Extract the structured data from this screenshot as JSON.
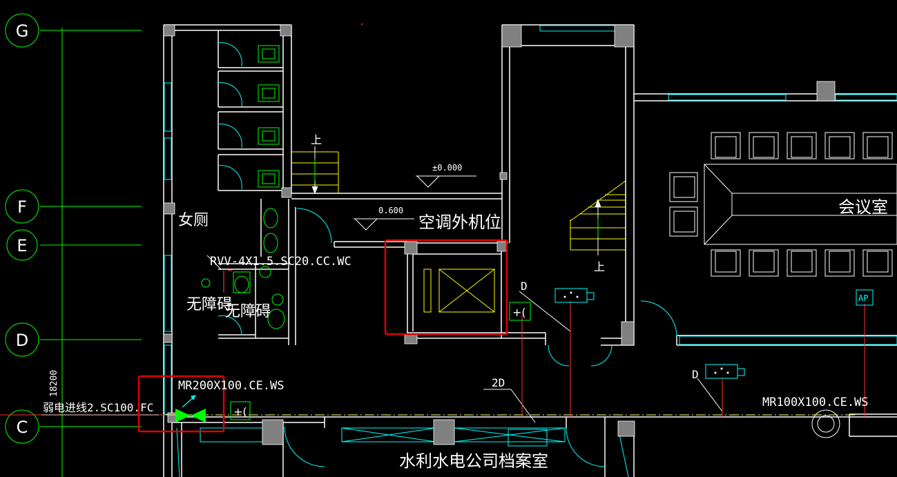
{
  "grid": {
    "axes": [
      "G",
      "F",
      "E",
      "D",
      "C"
    ],
    "dimension": "18200"
  },
  "rooms": {
    "women_toilet": "女厕",
    "accessible_1": "无障碍",
    "accessible_2": "无障碍",
    "ac_unit": "空调外机位",
    "meeting_room": "会议室",
    "archive_room": "水利水电公司档案室"
  },
  "cables": {
    "rvv": "RVV-4X1.5.SC20.CC.WC",
    "mr200": "MR200X100.CE.WS",
    "incoming": "弱电进线2.SC100.FC",
    "mr100": "MR100X100.CE.WS"
  },
  "levels": {
    "l1": "±0.000",
    "l2": "0.600"
  },
  "stairs": {
    "up1": "上",
    "up2": "上"
  },
  "devices": {
    "d1": "D",
    "d2": "D",
    "d3": "2D",
    "ap": "AP"
  },
  "colors": {
    "wall": "#ffffff",
    "window": "#00ffff",
    "grid": "#00ff00",
    "stair": "#ffff00",
    "cable": "#ffff66",
    "highlight": "#e00000",
    "device": "#00ffff",
    "column": "#808080"
  }
}
